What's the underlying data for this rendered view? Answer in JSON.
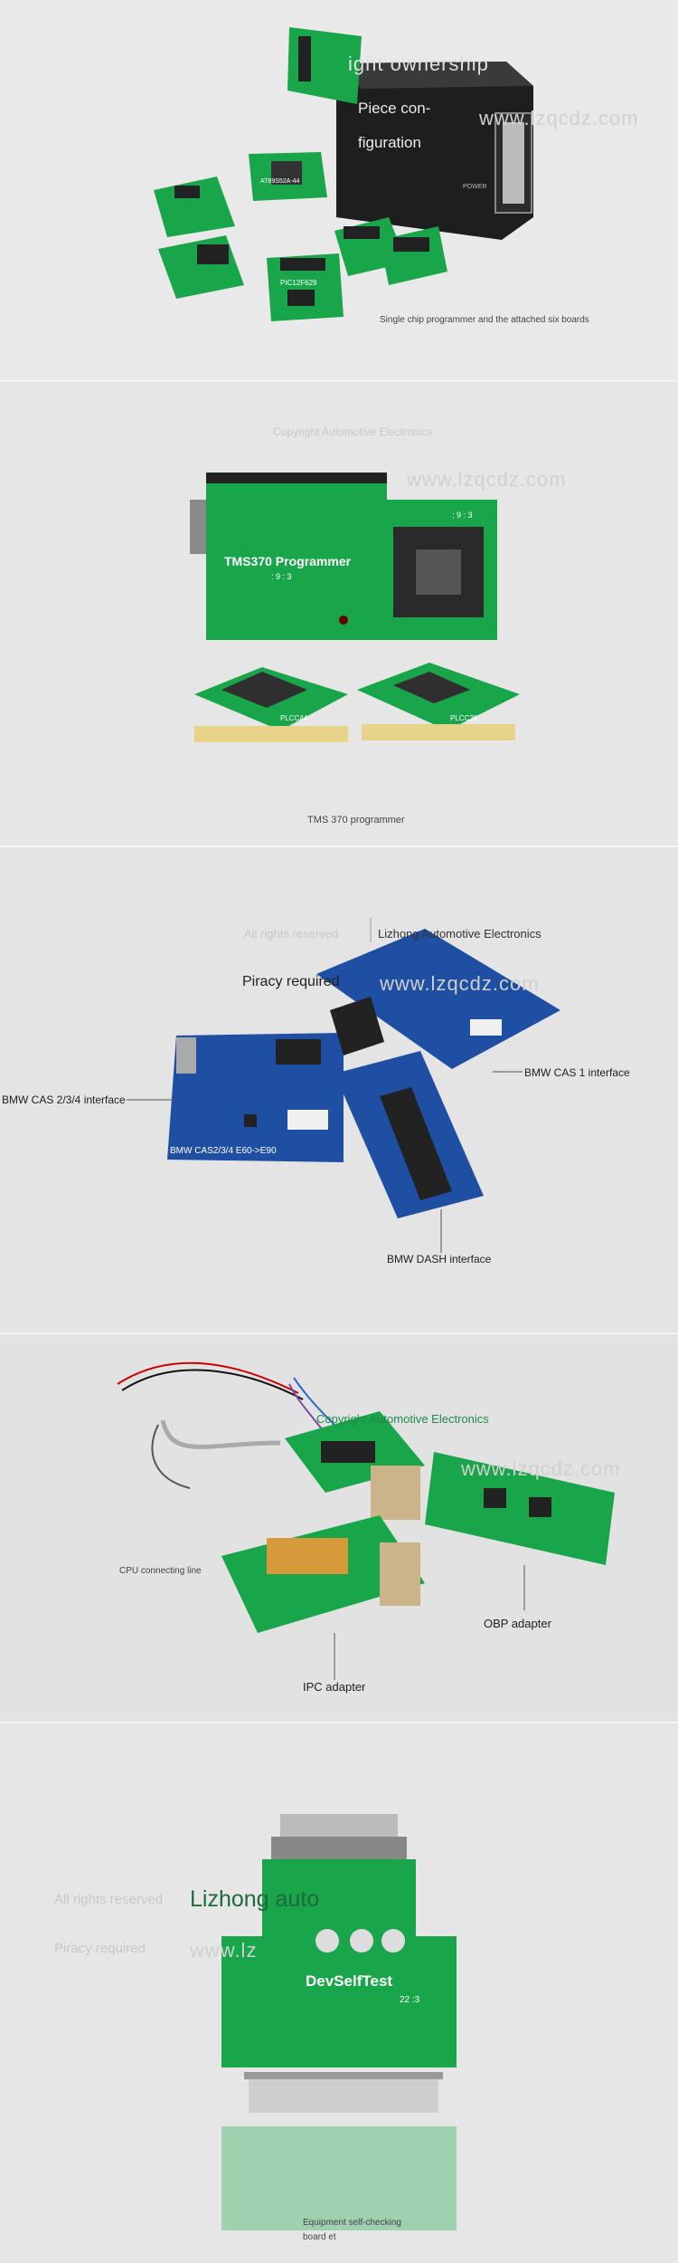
{
  "panel1": {
    "wm_ownership": "ight ownership",
    "wm_piece1": "Piece con-",
    "wm_piece2": "figuration",
    "wm_url": "www.lzqcdz.com",
    "power_label": "POWER",
    "board_label_1": "AT89S52A-44",
    "board_label_2": "PIC12F629",
    "caption": "Single chip programmer and the attached six boards"
  },
  "panel2": {
    "wm_copyright": "Copyright Automotive Electronics",
    "wm_url": "www.lzqcdz.com",
    "board_title": "TMS370 Programmer",
    "board_code": ": 9 : 3",
    "socket_code": ": 9 : 3",
    "socket1_label": "PLCC44",
    "socket2_label": "PLCC28",
    "caption": "TMS 370 programmer"
  },
  "panel3": {
    "wm_rights": "All rights reserved",
    "wm_lizhong": "Lizhong Automotive Electronics",
    "wm_piracy": "Piracy required",
    "wm_url": "www.lzqcdz.com",
    "label_cas234": "BMW CAS 2/3/4 interface",
    "label_cas1": "BMW CAS 1 interface",
    "label_dash": "BMW DASH interface",
    "board_print": "BMW CAS2/3/4 E60->E90"
  },
  "panel4": {
    "wm_copyright": "Copyright Automotive Electronics",
    "wm_url": "www.lzqcdz.com",
    "label_cpu": "CPU connecting line",
    "label_obp": "OBP adapter",
    "label_ipc": "IPC adapter"
  },
  "panel5": {
    "wm_rights": "All rights reserved",
    "wm_lizhong": "Lizhong auto",
    "wm_piracy": "Piracy required",
    "wm_url": "www.lz",
    "board_title": "DevSelfTest",
    "board_code": "22 :3",
    "caption_line1": "Equipment self-checking",
    "caption_line2": "board et"
  },
  "colors": {
    "pcb_green": "#19a64a",
    "pcb_dark_green": "#0e7c34",
    "pcb_blue": "#1f4fa3",
    "box_black": "#1e1e1e",
    "background": "#e3e3e3"
  }
}
